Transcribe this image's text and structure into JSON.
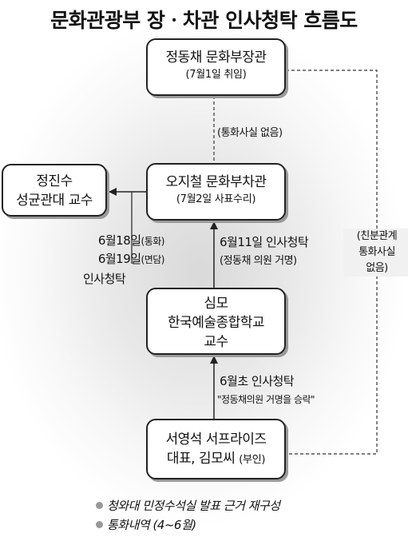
{
  "title": "문화관광부 장ㆍ차관 인사청탁 흐름도",
  "boxes": {
    "top": {
      "line1": "정동채 문화부장관",
      "line2": "(7월1일 취임)"
    },
    "mid": {
      "line1": "오지철 문화부차관",
      "line2": "(7월2일 사표수리)"
    },
    "left": {
      "line1": "정진수",
      "line2": "성균관대 교수"
    },
    "center": {
      "line1": "심모",
      "line2": "한국예술종합학교",
      "line3": "교수"
    },
    "bottom": {
      "line1": "서영석 서프라이즈",
      "line2": "대표, 김모씨",
      "line3": "(부인)"
    }
  },
  "labels": {
    "no_call": "(통화사실 없음)",
    "left_a_date": "6월18일",
    "left_a_note": "(통화)",
    "left_b_date": "6월19일",
    "left_b_note": "(면담)",
    "left_c": "인사청탁",
    "mid_a": "6월11일 인사청탁",
    "mid_b": "(정동채 의원 거명)",
    "low_a": "6월초 인사청탁",
    "low_b": "\"정동채의원 거명을 승락\"",
    "right_1": "(친분관계",
    "right_2": "통화사실",
    "right_3": "없음)"
  },
  "notes": {
    "n1": "청와대 민정수석실 발표 근거 재구성",
    "n2": "통화내역 (4~6월)"
  }
}
